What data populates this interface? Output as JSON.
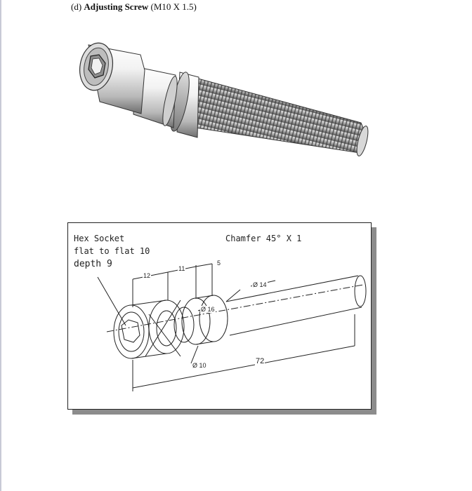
{
  "header": {
    "item_letter": "(d)",
    "title": "Adjusting Screw",
    "spec": "(M10 X 1.5)"
  },
  "drawing": {
    "notes": {
      "hex_socket": "Hex Socket",
      "flat_to_flat": "flat to flat 10",
      "depth": "depth 9",
      "chamfer": "Chamfer 45° X 1"
    },
    "dimensions": {
      "length_12": "12",
      "length_11": "11",
      "length_5": "5",
      "dia_14": "Ø 14",
      "dia_16": "Ø 16",
      "dia_10": "Ø 10",
      "total_length": "72"
    }
  }
}
